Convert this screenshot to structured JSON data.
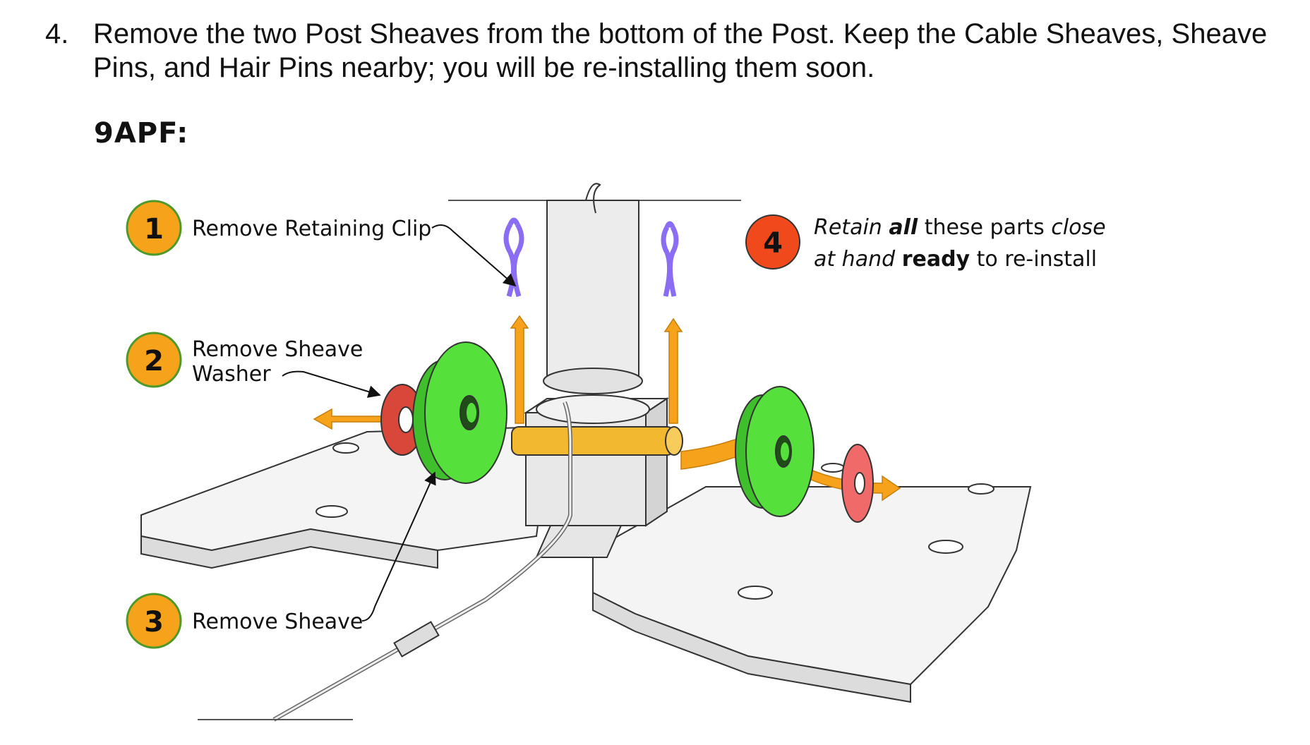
{
  "step": {
    "number": "4.",
    "text": "Remove the two Post Sheaves from the bottom of the Post. Keep the Cable Sheaves, Sheave Pins, and Hair Pins nearby; you will be re-installing them soon."
  },
  "model_label": "9APF:",
  "callouts": [
    {
      "number": "1",
      "label": "Remove Retaining Clip",
      "color": "#f6a21a"
    },
    {
      "number": "2",
      "label_line1": "Remove Sheave",
      "label_line2": "Washer",
      "color": "#f6a21a"
    },
    {
      "number": "3",
      "label": "Remove Sheave",
      "color": "#f6a21a"
    },
    {
      "number": "4",
      "label_parts": [
        "Retain ",
        "all",
        " these parts ",
        "close",
        "at hand ",
        "ready",
        " to re-install"
      ],
      "color": "#f04a1c"
    }
  ],
  "colors": {
    "sheave": "#55e03c",
    "washer_left": "#d9463a",
    "washer_right": "#f06a6a",
    "pin": "#f2b830",
    "clip": "#8a6df2",
    "arrow": "#f6a21a",
    "plate": "#f2f2f2"
  }
}
